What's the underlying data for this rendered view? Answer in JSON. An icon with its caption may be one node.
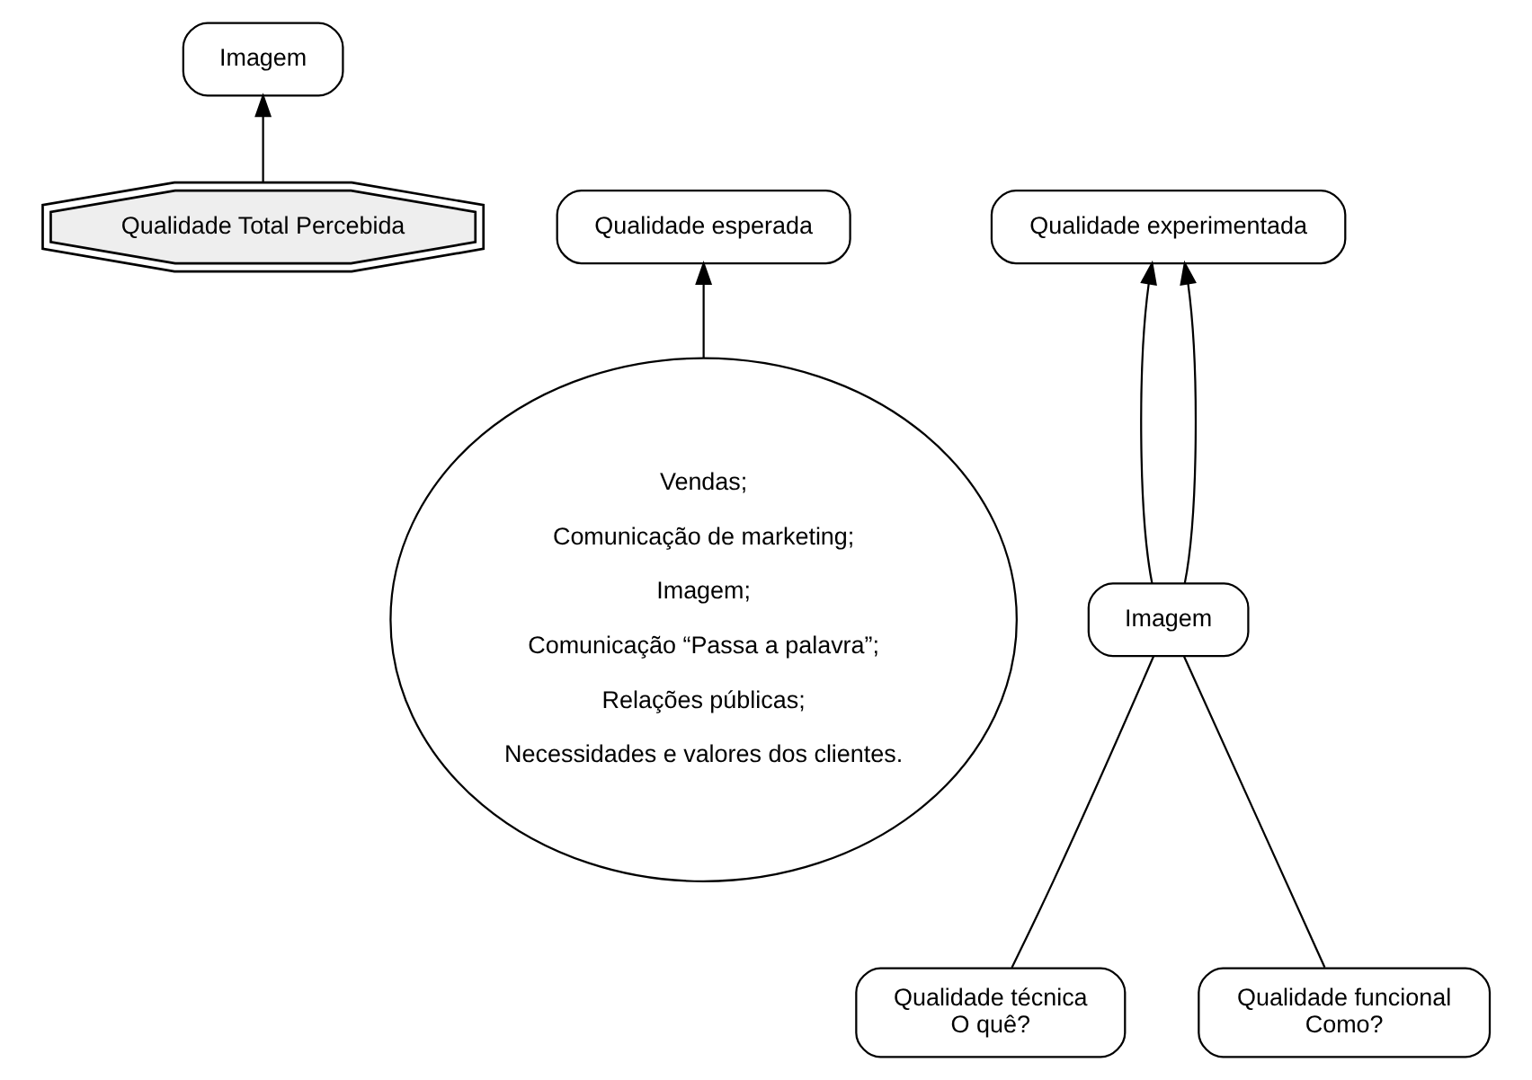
{
  "diagram": {
    "nodes": [
      {
        "text": [
          "Imagem"
        ]
      },
      {
        "text": [
          "Qualidade esperada"
        ]
      },
      {
        "text": [
          "Qualidade Total Percebida"
        ]
      },
      {
        "text": [
          "Qualidade experimentada"
        ]
      },
      {
        "text": [
          "Vendas;",
          "Comunicação de marketing;",
          "Imagem;",
          "Comunicação “Passa a palavra”;",
          "Relações públicas;",
          "Necessidades e valores dos clientes."
        ]
      },
      {
        "text": [
          "Imagem"
        ]
      },
      {
        "text": [
          "Qualidade técnica",
          "O quê?"
        ]
      },
      {
        "text": [
          "Qualidade funcional",
          "Como?"
        ]
      }
    ],
    "edges": [
      {
        "from": 2,
        "to": 0,
        "arrow": "to"
      },
      {
        "from": 4,
        "to": 1,
        "arrow": "to"
      },
      {
        "from": 5,
        "to": 3,
        "arrow": "to"
      },
      {
        "from": 5,
        "to": 3,
        "arrow": "to"
      },
      {
        "from": 6,
        "to": 5,
        "arrow": "none"
      },
      {
        "from": 7,
        "to": 5,
        "arrow": "none"
      }
    ]
  }
}
